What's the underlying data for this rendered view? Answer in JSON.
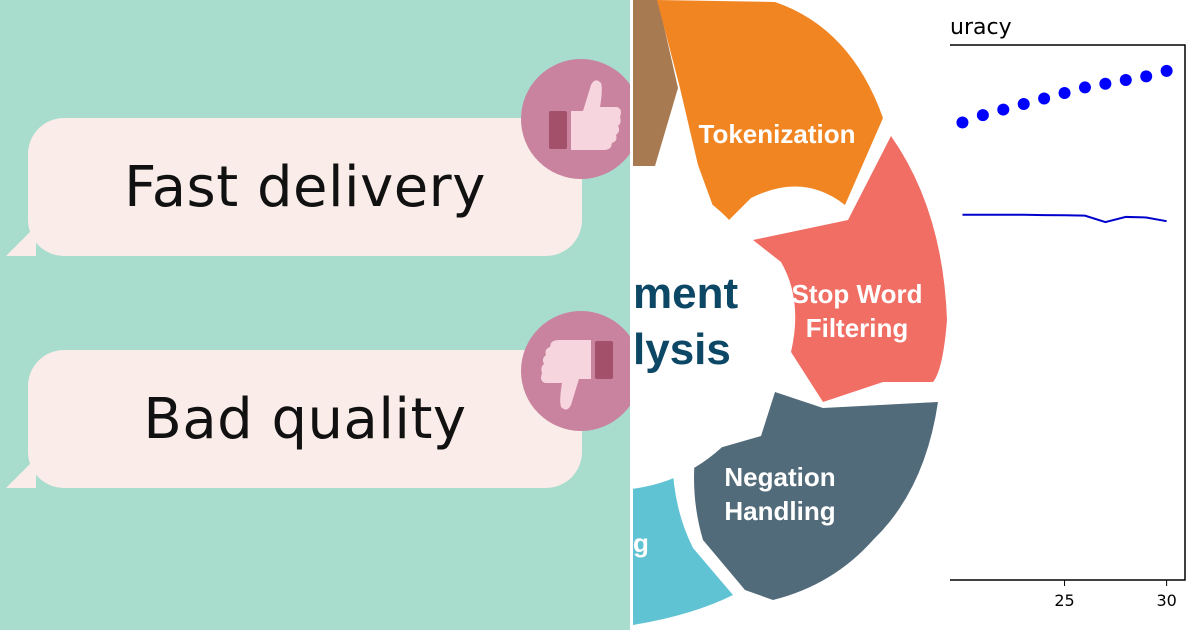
{
  "left": {
    "reviews": [
      {
        "text": "Fast delivery",
        "icon": "thumbs-up-icon"
      },
      {
        "text": "Bad quality",
        "icon": "thumbs-down-icon"
      }
    ],
    "colors": {
      "background": "#a8dccd",
      "bubble": "#f9ece9",
      "icon_circle": "#c9839f"
    }
  },
  "middle": {
    "center_lines": [
      "ment",
      "lysis"
    ],
    "segments": [
      {
        "label_lines": [
          "Tokenization"
        ],
        "color": "#f08522"
      },
      {
        "label_lines": [
          "Stop Word",
          "Filtering"
        ],
        "color": "#f06e64"
      },
      {
        "label_lines": [
          "Negation",
          "Handling"
        ],
        "color": "#526b7a"
      },
      {
        "label_lines": [
          "g"
        ],
        "color": "#5fc3d3"
      },
      {
        "label_lines": [],
        "color": "#a87a52"
      }
    ]
  },
  "right": {
    "chart_data": {
      "type": "line",
      "title": "uracy",
      "x_ticks": [
        25,
        30
      ],
      "series": [
        {
          "style": "dots",
          "color": "#0000ff",
          "x": [
            20,
            21,
            22,
            23,
            24,
            25,
            26,
            27,
            28,
            29,
            30
          ],
          "y": [
            0.908,
            0.912,
            0.915,
            0.918,
            0.921,
            0.924,
            0.927,
            0.929,
            0.931,
            0.933,
            0.936
          ]
        },
        {
          "style": "line",
          "color": "#0000cc",
          "x": [
            20,
            21,
            22,
            23,
            24,
            25,
            26,
            27,
            28,
            29,
            30
          ],
          "y": [
            0.858,
            0.858,
            0.858,
            0.858,
            0.8578,
            0.8577,
            0.8575,
            0.854,
            0.8568,
            0.8565,
            0.8545
          ]
        }
      ],
      "xlim": [
        18.9,
        30.9
      ],
      "ylim": [
        0.66,
        0.95
      ]
    }
  }
}
